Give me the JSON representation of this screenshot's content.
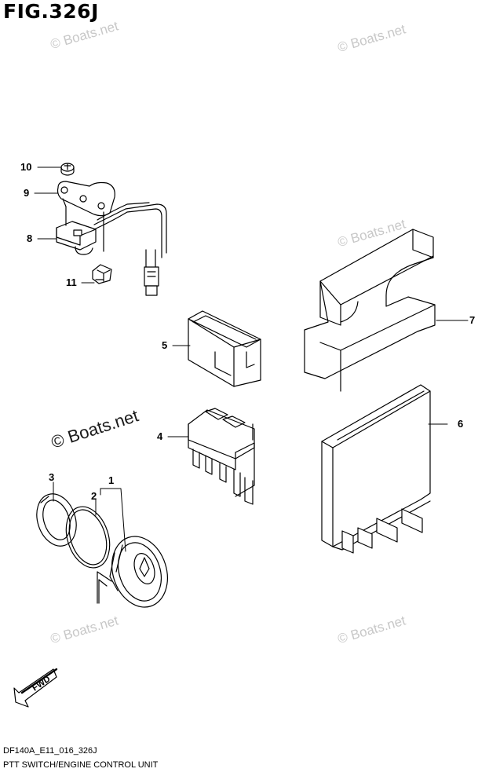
{
  "header": {
    "title": "FIG.326J"
  },
  "watermark": {
    "text": "© Boats.net"
  },
  "callouts": [
    {
      "id": "10",
      "label": "10"
    },
    {
      "id": "9",
      "label": "9"
    },
    {
      "id": "8",
      "label": "8"
    },
    {
      "id": "11",
      "label": "11"
    },
    {
      "id": "5",
      "label": "5"
    },
    {
      "id": "7",
      "label": "7"
    },
    {
      "id": "6",
      "label": "6"
    },
    {
      "id": "4",
      "label": "4"
    },
    {
      "id": "3",
      "label": "3"
    },
    {
      "id": "1",
      "label": "1"
    },
    {
      "id": "2",
      "label": "2"
    }
  ],
  "fwd": {
    "label": "FWD"
  },
  "footer": {
    "code": "DF140A_E11_016_326J",
    "description": "PTT SWITCH/ENGINE CONTROL UNIT"
  }
}
